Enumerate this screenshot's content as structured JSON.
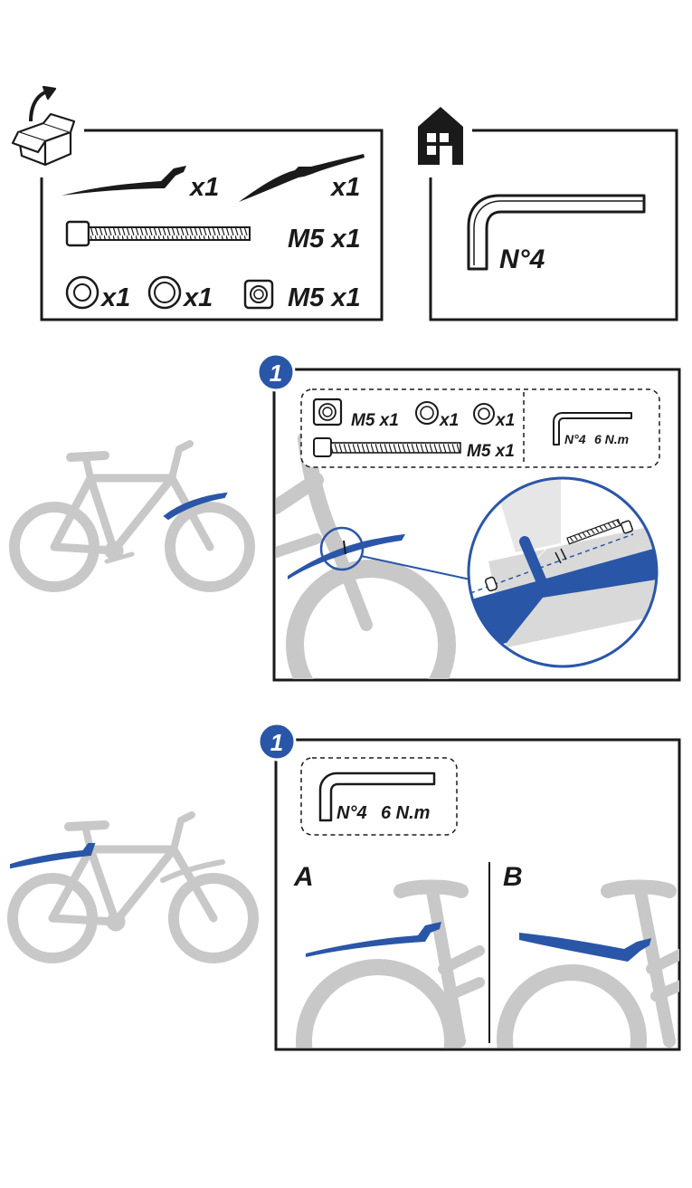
{
  "colors": {
    "ink": "#1a1a1a",
    "accent": "#2a56a8",
    "bike_grey": "#c8c8c8",
    "paper": "#ffffff"
  },
  "contents_box": {
    "icon": "open-box-icon",
    "front_mudguard_qty": "x1",
    "rear_mudguard_qty": "x1",
    "bolt_label": "M5 x1",
    "washer_a_qty": "x1",
    "washer_b_qty": "x1",
    "nut_label": "M5 x1"
  },
  "tools_box": {
    "icon": "house-icon",
    "hex_key_label": "N°4"
  },
  "step_front": {
    "step_number": "1",
    "nut_label": "M5 x1",
    "washer_a_qty": "x1",
    "washer_b_qty": "x1",
    "bolt_label": "M5 x1",
    "hex_key_size": "N°4",
    "torque": "6 N.m"
  },
  "step_rear": {
    "step_number": "1",
    "hex_key_size": "N°4",
    "torque": "6 N.m",
    "option_a": "A",
    "option_b": "B"
  }
}
